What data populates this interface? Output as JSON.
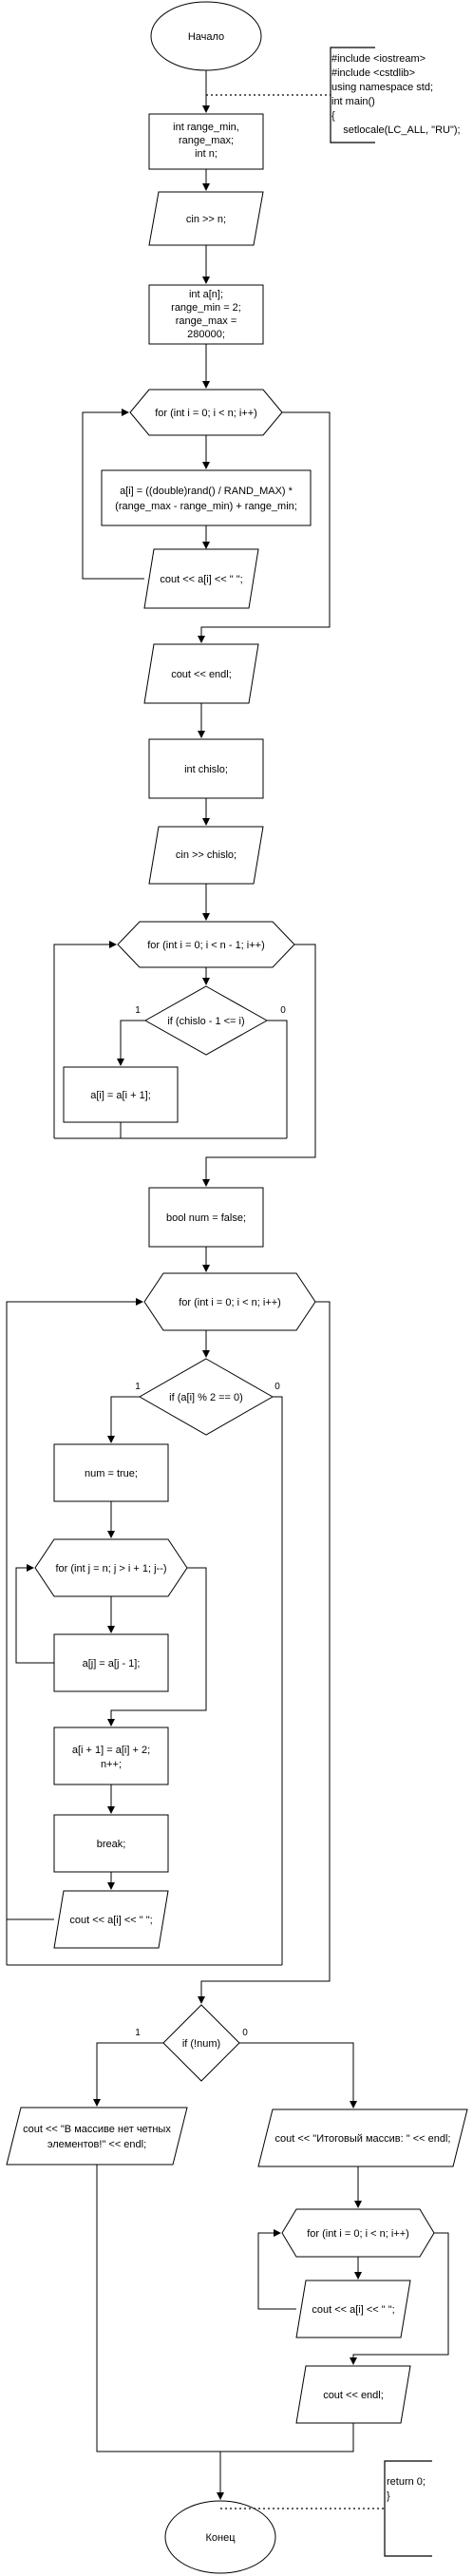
{
  "diagram": {
    "start": "Начало",
    "end": "Конец",
    "note_includes": [
      "#include <iostream>",
      "#include <cstdlib>",
      "using namespace std;",
      "int main()",
      "{",
      "    setlocale(LC_ALL, \"RU\");"
    ],
    "note_return": [
      "return 0;",
      "}"
    ],
    "decl_range": [
      "int range_min,",
      "range_max;",
      "int n;"
    ],
    "input_n": "cin >> n;",
    "decl_array": [
      "int a[n];",
      "range_min = 2;",
      "range_max =",
      "280000;"
    ],
    "loop_fill": "for (int i = 0; i < n; i++)",
    "assign_random": [
      "a[i] = ((double)rand() / RAND_MAX) *",
      "(range_max - range_min) + range_min;"
    ],
    "output_elem_1": "cout << a[i] << \" \";",
    "output_endl_1": "cout << endl;",
    "decl_chislo": "int chislo;",
    "input_chislo": "cin >> chislo;",
    "loop_shift": "for (int i = 0; i < n - 1; i++)",
    "cond_chislo": "if (chislo - 1 <= i)",
    "assign_shift": "a[i] = a[i + 1];",
    "decl_num": "bool num = false;",
    "loop_main": "for (int i = 0; i < n; i++)",
    "cond_even": "if (a[i] % 2 == 0)",
    "assign_num": "num = true;",
    "loop_insert": "for (int j = n; j > i + 1; j--)",
    "assign_move": "a[j] = a[j - 1];",
    "assign_insert": [
      "a[i + 1] = a[i] + 2;",
      "n++;"
    ],
    "break_stmt": "break;",
    "output_elem_2": "cout << a[i] << \" \";",
    "cond_num": "if (!num)",
    "output_no_even": [
      "cout << \"В массиве нет четных",
      "элементов!\" << endl;"
    ],
    "output_result_title": "cout << \"Итоговый массив: \" << endl;",
    "loop_final": "for (int i = 0; i < n; i++)",
    "output_elem_3": "cout << a[i] << \" \";",
    "output_endl_2": "cout << endl;",
    "branch_labels": {
      "shift_true": "1",
      "shift_false": "0",
      "even_true": "1",
      "even_false": "0",
      "num_true": "1",
      "num_false": "0"
    }
  }
}
